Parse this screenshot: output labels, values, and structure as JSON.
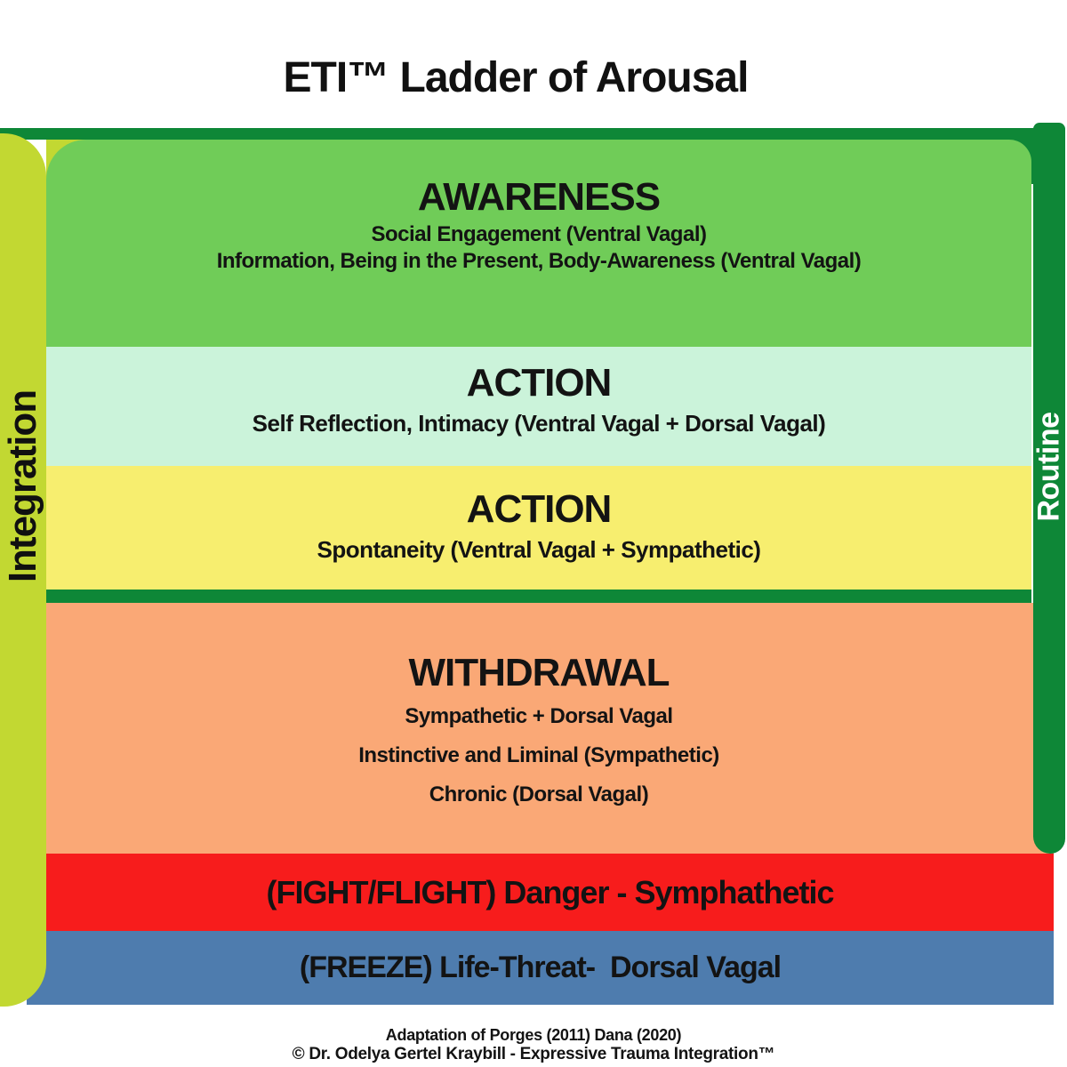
{
  "page": {
    "title": "ETI™ Ladder of Arousal",
    "footer_line1": "Adaptation of Porges (2011) Dana (2020)",
    "footer_line2": "© Dr. Odelya Gertel Kraybill - Expressive Trauma Integration™"
  },
  "rails": {
    "left": {
      "label": "Integration",
      "color": "#c2d832"
    },
    "right": {
      "label": "Routine",
      "color": "#0e8737"
    }
  },
  "ladder": {
    "frame_color": "#0e8737",
    "rungs": [
      {
        "name": "awareness",
        "heading": "AWARENESS",
        "color": "#70cc58",
        "lines": [
          "Social Engagement (Ventral Vagal)",
          "Information, Being in the Present, Body-Awareness (Ventral Vagal)"
        ]
      },
      {
        "name": "action-reflective",
        "heading": "ACTION",
        "color": "#cbf3da",
        "lines": [
          "Self Reflection, Intimacy (Ventral Vagal + Dorsal Vagal)"
        ]
      },
      {
        "name": "action-spontaneous",
        "heading": "ACTION",
        "color": "#f7ee6f",
        "lines": [
          "Spontaneity (Ventral Vagal + Sympathetic)"
        ]
      },
      {
        "name": "withdrawal",
        "heading": "WITHDRAWAL",
        "color": "#faa876",
        "lines": [
          "Sympathetic + Dorsal Vagal",
          "Instinctive and Liminal (Sympathetic)",
          "Chronic (Dorsal Vagal)"
        ]
      },
      {
        "name": "fight-flight",
        "heading": "(FIGHT/FLIGHT) Danger - Symphathetic",
        "color": "#f71c1c",
        "lines": []
      },
      {
        "name": "freeze",
        "heading": "(FREEZE) Life-Threat-  Dorsal Vagal",
        "color": "#4e7cae",
        "lines": []
      }
    ]
  }
}
